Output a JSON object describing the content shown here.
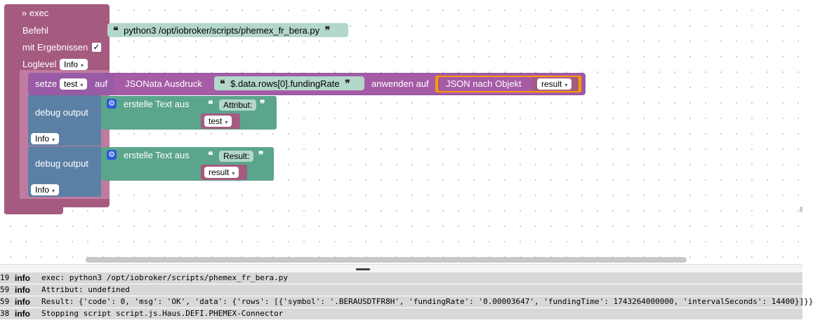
{
  "blocks": {
    "exec": {
      "header": "» exec",
      "command_label": "Befehl",
      "command_value": "python3 /opt/iobroker/scripts/phemex_fr_bera.py",
      "with_results_label": "mit Ergebnissen",
      "with_results_checked": "✓",
      "loglevel_label": "Loglevel",
      "loglevel_value": "Info"
    },
    "set_var": {
      "set_label": "setze",
      "var_name": "test",
      "on_label": "auf",
      "jsonata_label": "JSONata Ausdruck",
      "expression": "$.data.rows[0].fundingRate",
      "apply_label": "anwenden auf",
      "json_label": "JSON nach Objekt",
      "result_var": "result"
    },
    "debug1": {
      "label": "debug output",
      "text_label": "erstelle Text aus",
      "text_value": "Attribut:",
      "var": "test",
      "level": "Info"
    },
    "debug2": {
      "label": "debug output",
      "text_label": "erstelle Text aus",
      "text_value": "Result:",
      "var": "result",
      "level": "Info"
    },
    "quote_open": "❝",
    "quote_close": "❞",
    "dropdown_arrow": "▾",
    "gear_glyph": "⚙"
  },
  "log": [
    {
      "time": "19",
      "level": "info",
      "message": "exec: python3 /opt/iobroker/scripts/phemex_fr_bera.py"
    },
    {
      "time": "59",
      "level": "info",
      "message": "Attribut: undefined"
    },
    {
      "time": "59",
      "level": "info",
      "message": "Result: {'code': 0, 'msg': 'OK', 'data': {'rows': [{'symbol': '.BERAUSDTFR8H', 'fundingRate': '0.00003647', 'fundingTime': 1743264000000, 'intervalSeconds': 14400}]}}"
    },
    {
      "time": "38",
      "level": "info",
      "message": "Stopping script script.js.Haus.DEFI.PHEMEX-Connector"
    }
  ],
  "colors": {
    "exec_block": "#a55b80",
    "procedure_block": "#995ba5",
    "jsonata_block": "#a55ba5",
    "text_block": "#5ba58c",
    "variable_block": "#a55b80",
    "debug_block": "#5b80a5",
    "json_block": "#ff9900",
    "log_row": "#d8d8d8"
  }
}
